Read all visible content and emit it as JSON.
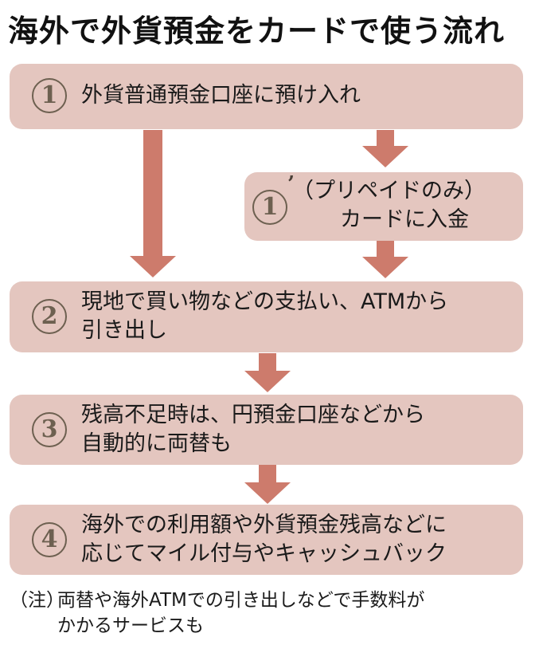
{
  "title": "海外で外貨預金をカードで使う流れ",
  "steps": [
    {
      "number": "1",
      "label_lines": [
        "外貨普通預金口座に預け入れ"
      ]
    },
    {
      "number": "1",
      "prime": "’",
      "label_lines": [
        "（プリペイドのみ）",
        "カードに入金"
      ]
    },
    {
      "number": "2",
      "label_lines": [
        "現地で買い物などの支払い、ATMから",
        "引き出し"
      ]
    },
    {
      "number": "3",
      "label_lines": [
        "残高不足時は、円預金口座などから",
        "自動的に両替も"
      ]
    },
    {
      "number": "4",
      "label_lines": [
        "海外での利用額や外貨預金残高などに",
        "応じてマイル付与やキャッシュバック"
      ]
    }
  ],
  "note": {
    "prefix": "（注）",
    "lines": [
      "両替や海外ATMでの引き出しなどで手数料が",
      "かかるサービスも"
    ]
  },
  "colors": {
    "box": "#e4c6bf",
    "arrow": "#cd7b6c",
    "number": "#6d6050"
  }
}
